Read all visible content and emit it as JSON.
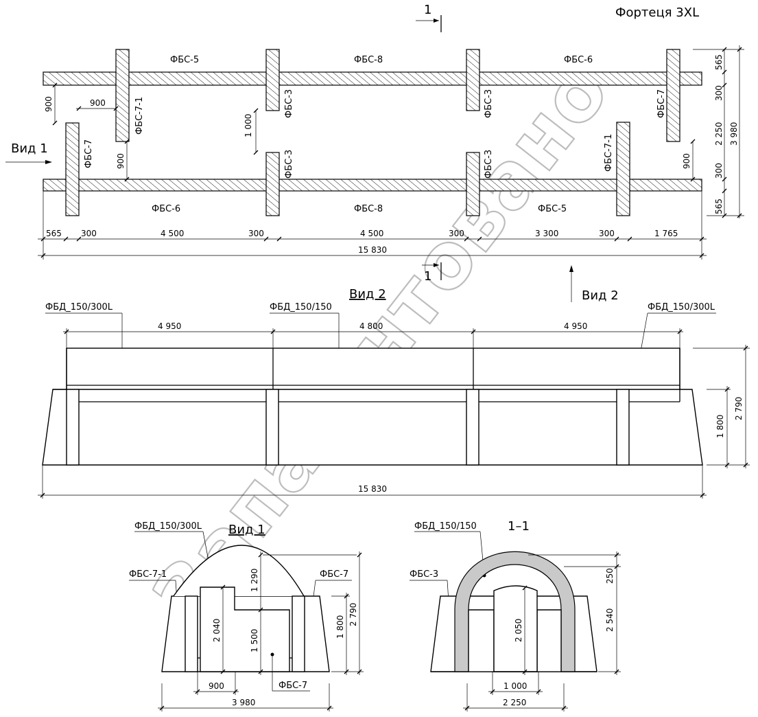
{
  "title": "Фортеця 3XL",
  "watermark": "Запатентовано",
  "plan": {
    "section_mark": "1",
    "view1": "Вид 1",
    "view2": "Вид 2",
    "blocks": {
      "top_left": "ФБС-5",
      "top_mid": "ФБС-8",
      "top_right": "ФБС-6",
      "bottom_left": "ФБС-6",
      "bottom_mid": "ФБС-8",
      "bottom_right": "ФБС-5",
      "v_left": "ФБС-7",
      "v_left2": "ФБС-7-1",
      "v_c1_top": "ФБС-3",
      "v_c1_bot": "ФБС-3",
      "v_c2_top": "ФБС-3",
      "v_c2_bot": "ФБС-3",
      "v_right2": "ФБС-7-1",
      "v_right": "ФБС-7"
    },
    "dims": {
      "seg1": "565",
      "seg2": "300",
      "seg3": "4 500",
      "seg4": "300",
      "seg5": "4 500",
      "seg6": "300",
      "seg7": "3 300",
      "seg8": "300",
      "seg9": "1 765",
      "total": "15 830",
      "left_900a": "900",
      "left_900b": "900",
      "left_900c": "900",
      "mid_1000": "1 000",
      "right_900": "900",
      "r565a": "565",
      "r300a": "300",
      "r2250": "2 250",
      "r300b": "300",
      "r565b": "565",
      "r3980": "3 980"
    }
  },
  "view2": {
    "title": "Вид 2",
    "tag_left": "ФБД_150/300L",
    "tag_mid": "ФБД_150/150",
    "tag_right": "ФБД_150/300L",
    "dim_a": "4 950",
    "dim_b": "4 800",
    "dim_c": "4 950",
    "dim_h1": "1 800",
    "dim_h2": "2 790",
    "dim_total": "15 830"
  },
  "view1": {
    "title": "Вид 1",
    "tag_top": "ФБД_150/300L",
    "tag_left": "ФБС-7-1",
    "tag_right": "ФБС-7",
    "tag_bottom": "ФБС-7",
    "dim_1290": "1 290",
    "dim_2040": "2 040",
    "dim_1500": "1 500",
    "dim_1800": "1 800",
    "dim_2790": "2 790",
    "dim_900": "900",
    "dim_3980": "3 980"
  },
  "section": {
    "title": "1–1",
    "tag_top": "ФБД_150/150",
    "tag_left": "ФБС-3",
    "dim_2050": "2 050",
    "dim_250": "250",
    "dim_2540": "2 540",
    "dim_1000": "1 000",
    "dim_2250": "2 250"
  }
}
